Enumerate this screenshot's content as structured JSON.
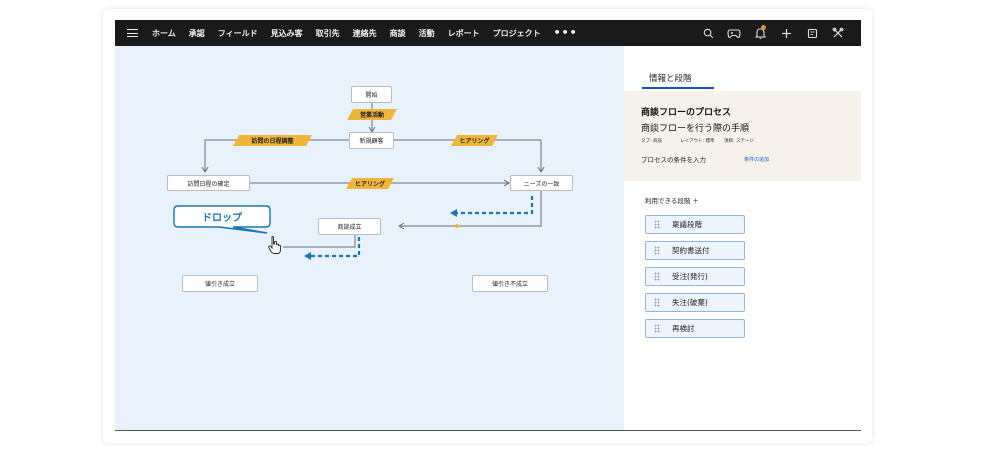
{
  "nav": {
    "items": [
      "ホーム",
      "承認",
      "フィールド",
      "見込み客",
      "取引先",
      "連絡先",
      "商談",
      "活動",
      "レポート",
      "プロジェクト"
    ],
    "more": "•••"
  },
  "toolbar_icons": [
    "search-icon",
    "gamepad-icon",
    "bell-icon",
    "plus-icon",
    "note-icon",
    "tools-icon"
  ],
  "flow": {
    "nodes": {
      "start": "開始",
      "new_customer": "新規顧客",
      "visit_confirm": "訪問日程の確定",
      "needs_check": "ニーズの一致",
      "deal_won": "商談成立",
      "discount_won": "値引き成立",
      "discount_lost": "値引き不成立"
    },
    "tags": {
      "sales_activity": "営業活動",
      "visit_schedule": "訪問の日程調整",
      "hearing_1": "ヒアリング",
      "hearing_2": "ヒアリング"
    },
    "callout": "ドロップ"
  },
  "panel": {
    "tab": "情報と段階",
    "title": "商談フローのプロセス",
    "subtitle": "商談フローを行う際の手順",
    "meta": [
      "タブ: 商談",
      "レイアウト: 標準",
      "項目: ステージ"
    ],
    "condition": "プロセスの条件を入力",
    "condition_link": "条件の追加",
    "stages_label": "利用できる段階 ＋",
    "stages": [
      "稟議段階",
      "契約書送付",
      "受注(発行)",
      "失注(破棄)",
      "再検討"
    ]
  },
  "colors": {
    "topbar": "#1a1a1a",
    "canvas": "#e8f2fc",
    "tag": "#f0b63c",
    "accent": "#1576b8",
    "tab_underline": "#1d4ed8"
  }
}
